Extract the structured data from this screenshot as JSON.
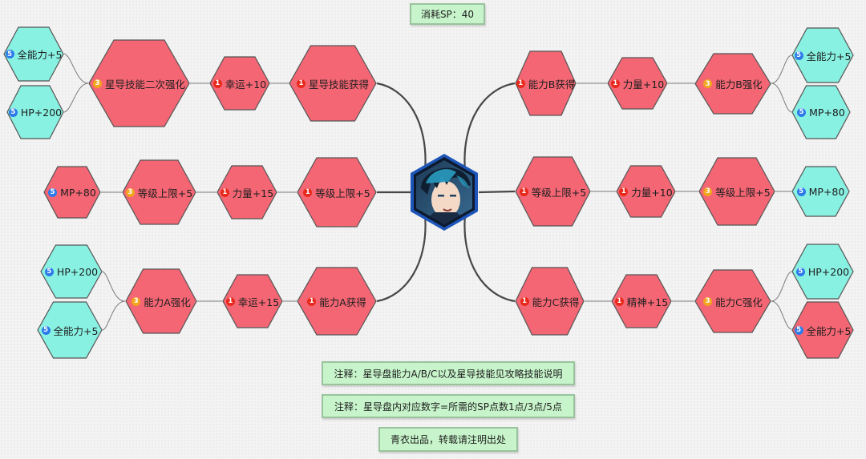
{
  "sp_label": "消耗SP：40",
  "colors": {
    "red": "#f46674",
    "cyan": "#88f1e2",
    "border": "#555555",
    "tier1": "#e8291c",
    "tier3": "#f2a51c",
    "tier5": "#2d7bea"
  },
  "nodes": {
    "l1_root": {
      "tier": "1",
      "label": "星导技能获得"
    },
    "l1_a": {
      "tier": "1",
      "label": "幸运+10"
    },
    "l1_b": {
      "tier": "3",
      "label": "星导技能二次强化"
    },
    "l1_c1": {
      "tier": "5",
      "label": "全能力+5"
    },
    "l1_c2": {
      "tier": "5",
      "label": "HP+200"
    },
    "l2_root": {
      "tier": "1",
      "label": "等级上限+5"
    },
    "l2_a": {
      "tier": "1",
      "label": "力量+15"
    },
    "l2_b": {
      "tier": "3",
      "label": "等级上限+5"
    },
    "l2_c": {
      "tier": "5",
      "label": "MP+80"
    },
    "l3_root": {
      "tier": "1",
      "label": "能力A获得"
    },
    "l3_a": {
      "tier": "1",
      "label": "幸运+15"
    },
    "l3_b": {
      "tier": "3",
      "label": "能力A强化"
    },
    "l3_c1": {
      "tier": "5",
      "label": "HP+200"
    },
    "l3_c2": {
      "tier": "5",
      "label": "全能力+5"
    },
    "r1_root": {
      "tier": "1",
      "label": "能力B获得"
    },
    "r1_a": {
      "tier": "1",
      "label": "力量+10"
    },
    "r1_b": {
      "tier": "3",
      "label": "能力B强化"
    },
    "r1_c1": {
      "tier": "5",
      "label": "全能力+5"
    },
    "r1_c2": {
      "tier": "5",
      "label": "MP+80"
    },
    "r2_root": {
      "tier": "1",
      "label": "等级上限+5"
    },
    "r2_a": {
      "tier": "1",
      "label": "力量+10"
    },
    "r2_b": {
      "tier": "3",
      "label": "等级上限+5"
    },
    "r2_c": {
      "tier": "5",
      "label": "MP+80"
    },
    "r3_root": {
      "tier": "1",
      "label": "能力C获得"
    },
    "r3_a": {
      "tier": "1",
      "label": "精神+15"
    },
    "r3_b": {
      "tier": "3",
      "label": "能力C强化"
    },
    "r3_c1": {
      "tier": "5",
      "label": "HP+200"
    },
    "r3_c2": {
      "tier": "5",
      "label": "全能力+5"
    }
  },
  "notes": {
    "note1": "注释：星导盘能力A/B/C以及星导技能见攻略技能说明",
    "note2": "注释：星导盘内对应数字=所需的SP点数1点/3点/5点",
    "credit": "青衣出品，转载请注明出处"
  }
}
